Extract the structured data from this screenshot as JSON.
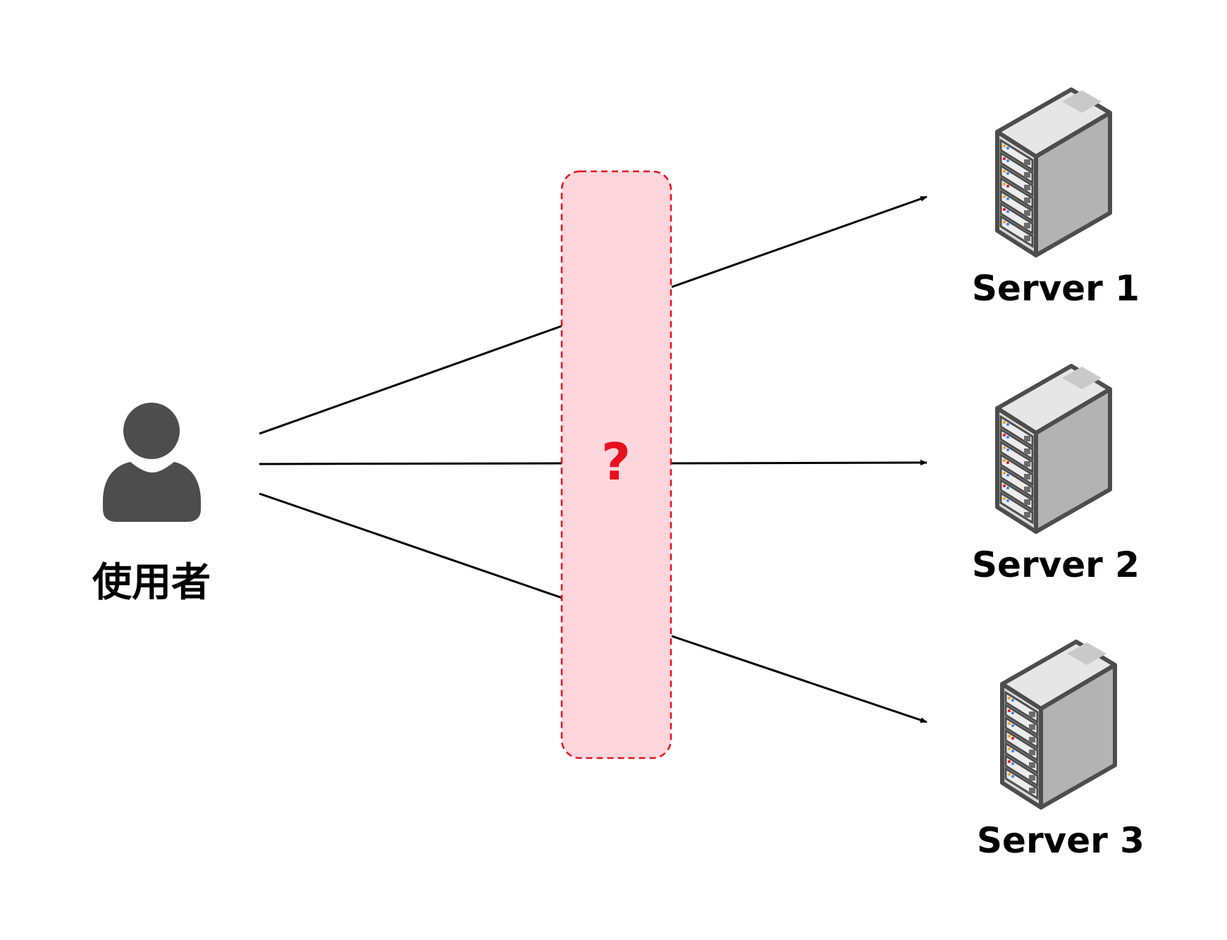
{
  "user": {
    "label": "使用者",
    "icon": "user-icon"
  },
  "middle_box": {
    "label": "?",
    "fill_color": "#ffd6dc",
    "border_color": "#e8101e",
    "text_color": "#e8101e"
  },
  "servers": [
    {
      "label": "Server 1",
      "icon": "server-tower-icon"
    },
    {
      "label": "Server 2",
      "icon": "server-tower-icon"
    },
    {
      "label": "Server 3",
      "icon": "server-tower-icon"
    }
  ],
  "colors": {
    "icon_dark": "#4d4d4d",
    "line": "#000000"
  }
}
